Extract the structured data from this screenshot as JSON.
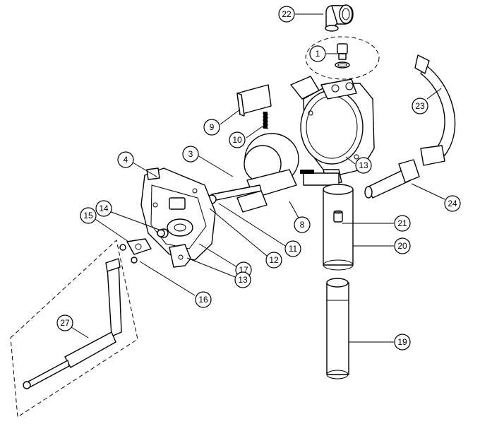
{
  "diagram": {
    "callouts": [
      {
        "id": "c22",
        "label": "22"
      },
      {
        "id": "c1",
        "label": "1"
      },
      {
        "id": "c23",
        "label": "23"
      },
      {
        "id": "c9",
        "label": "9"
      },
      {
        "id": "c10",
        "label": "10"
      },
      {
        "id": "c3",
        "label": "3"
      },
      {
        "id": "c4",
        "label": "4"
      },
      {
        "id": "c13a",
        "label": "13"
      },
      {
        "id": "c24",
        "label": "24"
      },
      {
        "id": "c14",
        "label": "14"
      },
      {
        "id": "c15",
        "label": "15"
      },
      {
        "id": "c8",
        "label": "8"
      },
      {
        "id": "c21",
        "label": "21"
      },
      {
        "id": "c12",
        "label": "12"
      },
      {
        "id": "c11",
        "label": "11"
      },
      {
        "id": "c20",
        "label": "20"
      },
      {
        "id": "c17",
        "label": "17"
      },
      {
        "id": "c13b",
        "label": "13"
      },
      {
        "id": "c16",
        "label": "16"
      },
      {
        "id": "c27",
        "label": "27"
      },
      {
        "id": "c19",
        "label": "19"
      }
    ]
  }
}
